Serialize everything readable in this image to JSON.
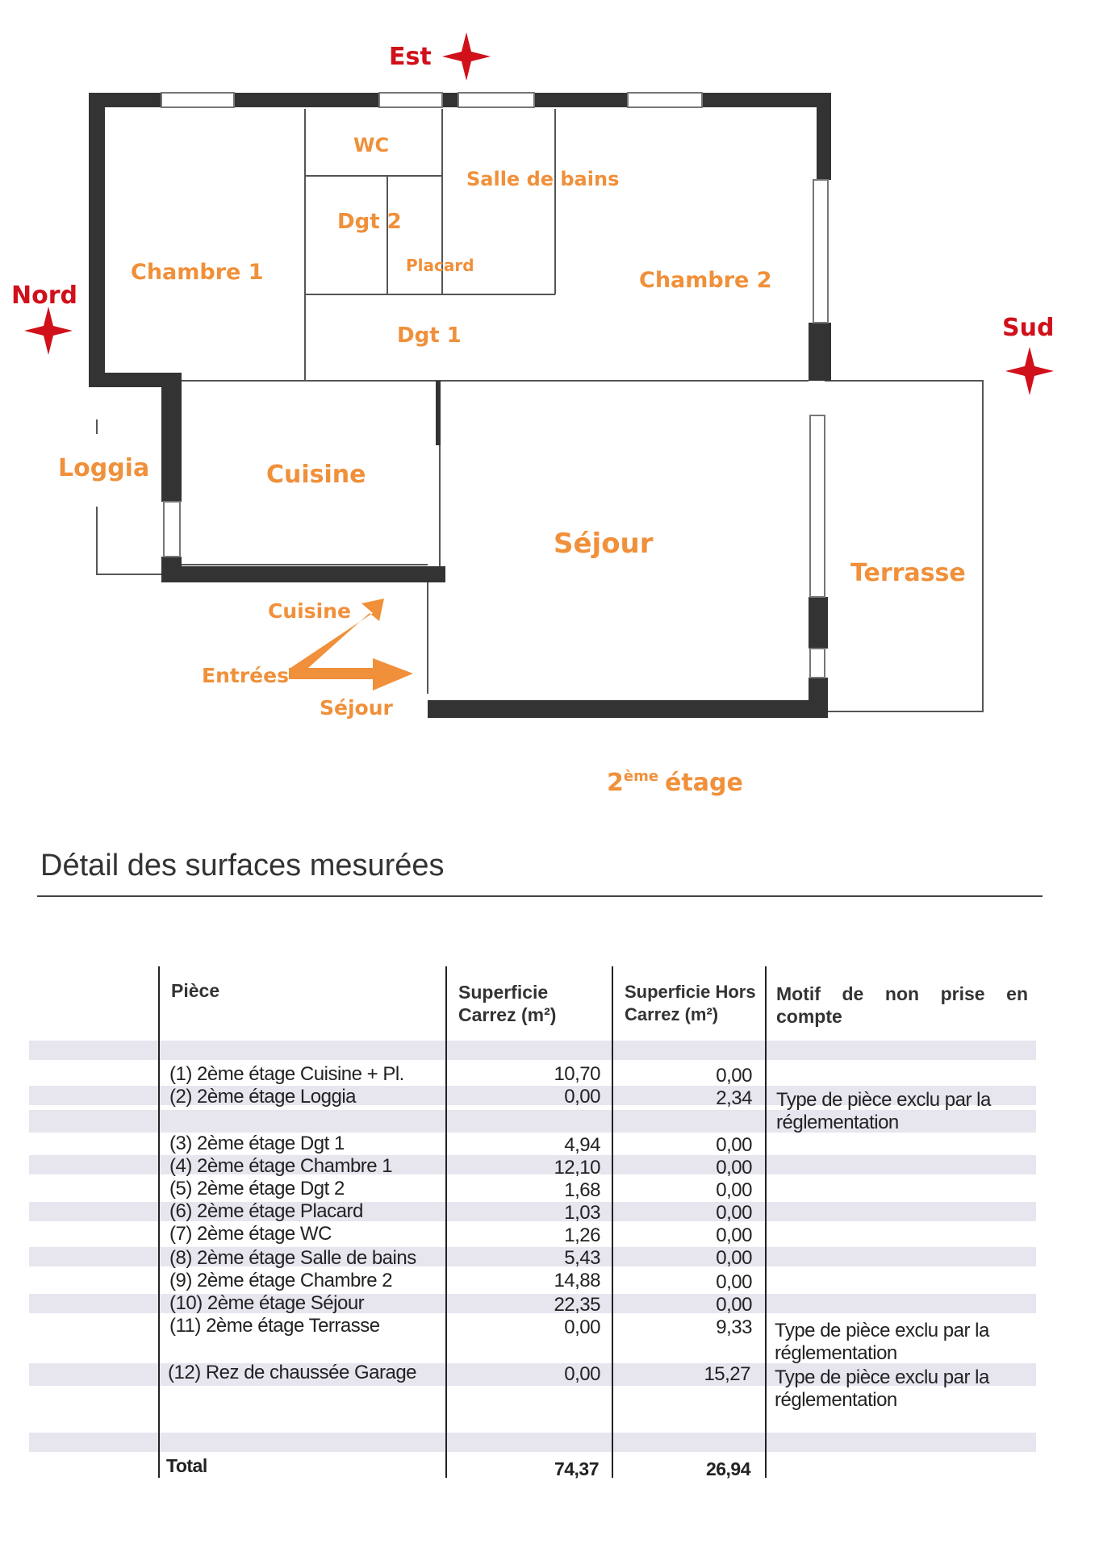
{
  "compass": {
    "est": "Est",
    "nord": "Nord",
    "sud": "Sud"
  },
  "rooms": {
    "wc": "WC",
    "salle_de_bains": "Salle de bains",
    "dgt2": "Dgt 2",
    "placard": "Placard",
    "chambre1": "Chambre 1",
    "chambre2": "Chambre 2",
    "dgt1": "Dgt 1",
    "loggia": "Loggia",
    "cuisine": "Cuisine",
    "sejour": "Séjour",
    "terrasse": "Terrasse"
  },
  "entrances": {
    "cuisine": "Cuisine",
    "entrees": "Entrées",
    "sejour": "Séjour"
  },
  "floor": {
    "main": "2",
    "sup": "ème",
    "suffix": "étage"
  },
  "section_title": "Détail des surfaces mesurées",
  "table": {
    "headers": {
      "piece": "Pièce",
      "carrez": [
        "Superficie",
        "Carrez (m²)"
      ],
      "hors_carrez": [
        "Superficie Hors",
        "Carrez (m²)"
      ],
      "motif": [
        "Motif de non prise en",
        "compte"
      ]
    },
    "rows": [
      {
        "piece": "(1) 2ème étage Cuisine + Pl.",
        "carrez": "10,70",
        "hors": "0,00",
        "motif": [
          "",
          ""
        ]
      },
      {
        "piece": "(2) 2ème étage Loggia",
        "carrez": "0,00",
        "hors": "2,34",
        "motif": [
          "Type de pièce exclu par la",
          "réglementation"
        ]
      },
      {
        "piece": "(3) 2ème étage Dgt 1",
        "carrez": "4,94",
        "hors": "0,00",
        "motif": [
          "",
          ""
        ]
      },
      {
        "piece": "(4) 2ème étage Chambre 1",
        "carrez": "12,10",
        "hors": "0,00",
        "motif": [
          "",
          ""
        ]
      },
      {
        "piece": "(5) 2ème étage Dgt 2",
        "carrez": "1,68",
        "hors": "0,00",
        "motif": [
          "",
          ""
        ]
      },
      {
        "piece": "(6) 2ème étage Placard",
        "carrez": "1,03",
        "hors": "0,00",
        "motif": [
          "",
          ""
        ]
      },
      {
        "piece": "(7) 2ème étage WC",
        "carrez": "1,26",
        "hors": "0,00",
        "motif": [
          "",
          ""
        ]
      },
      {
        "piece": "(8) 2ème étage Salle de bains",
        "carrez": "5,43",
        "hors": "0,00",
        "motif": [
          "",
          ""
        ]
      },
      {
        "piece": "(9) 2ème étage Chambre 2",
        "carrez": "14,88",
        "hors": "0,00",
        "motif": [
          "",
          ""
        ]
      },
      {
        "piece": "(10) 2ème étage Séjour",
        "carrez": "22,35",
        "hors": "0,00",
        "motif": [
          "",
          ""
        ]
      },
      {
        "piece": "(11) 2ème étage Terrasse",
        "carrez": "0,00",
        "hors": "9,33",
        "motif": [
          "Type de pièce exclu par la",
          "réglementation"
        ]
      },
      {
        "piece": "(12) Rez de chaussée Garage",
        "carrez": "0,00",
        "hors": "15,27",
        "motif": [
          "Type de pièce exclu par la",
          "réglementation"
        ]
      }
    ],
    "total": {
      "label": "Total",
      "carrez": "74,37",
      "hors": "26,94"
    }
  }
}
